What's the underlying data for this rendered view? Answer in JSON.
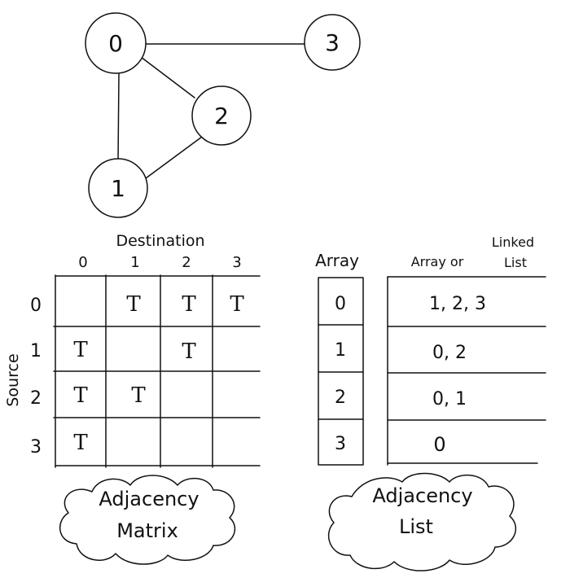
{
  "graph": {
    "nodes": [
      {
        "id": "0",
        "label": "0"
      },
      {
        "id": "1",
        "label": "1"
      },
      {
        "id": "2",
        "label": "2"
      },
      {
        "id": "3",
        "label": "3"
      }
    ],
    "edges": [
      [
        "0",
        "3"
      ],
      [
        "0",
        "2"
      ],
      [
        "0",
        "1"
      ],
      [
        "1",
        "2"
      ]
    ]
  },
  "matrix": {
    "destination_label": "Destination",
    "source_label": "Source",
    "col_headers": [
      "0",
      "1",
      "2",
      "3"
    ],
    "row_headers": [
      "0",
      "1",
      "2",
      "3"
    ],
    "cells": [
      [
        "",
        "T",
        "T",
        "T"
      ],
      [
        "T",
        "",
        "T",
        ""
      ],
      [
        "T",
        "T",
        "",
        ""
      ],
      [
        "T",
        "",
        "",
        ""
      ]
    ],
    "caption": [
      "Adjacency",
      "Matrix"
    ]
  },
  "list": {
    "array_label": "Array",
    "right_label_a": "Array or",
    "right_label_b1": "Linked",
    "right_label_b2": "List",
    "index": [
      "0",
      "1",
      "2",
      "3"
    ],
    "entries": [
      "1, 2, 3",
      "0, 2",
      "0, 1",
      "0"
    ],
    "caption": [
      "Adjacency",
      "List"
    ]
  }
}
